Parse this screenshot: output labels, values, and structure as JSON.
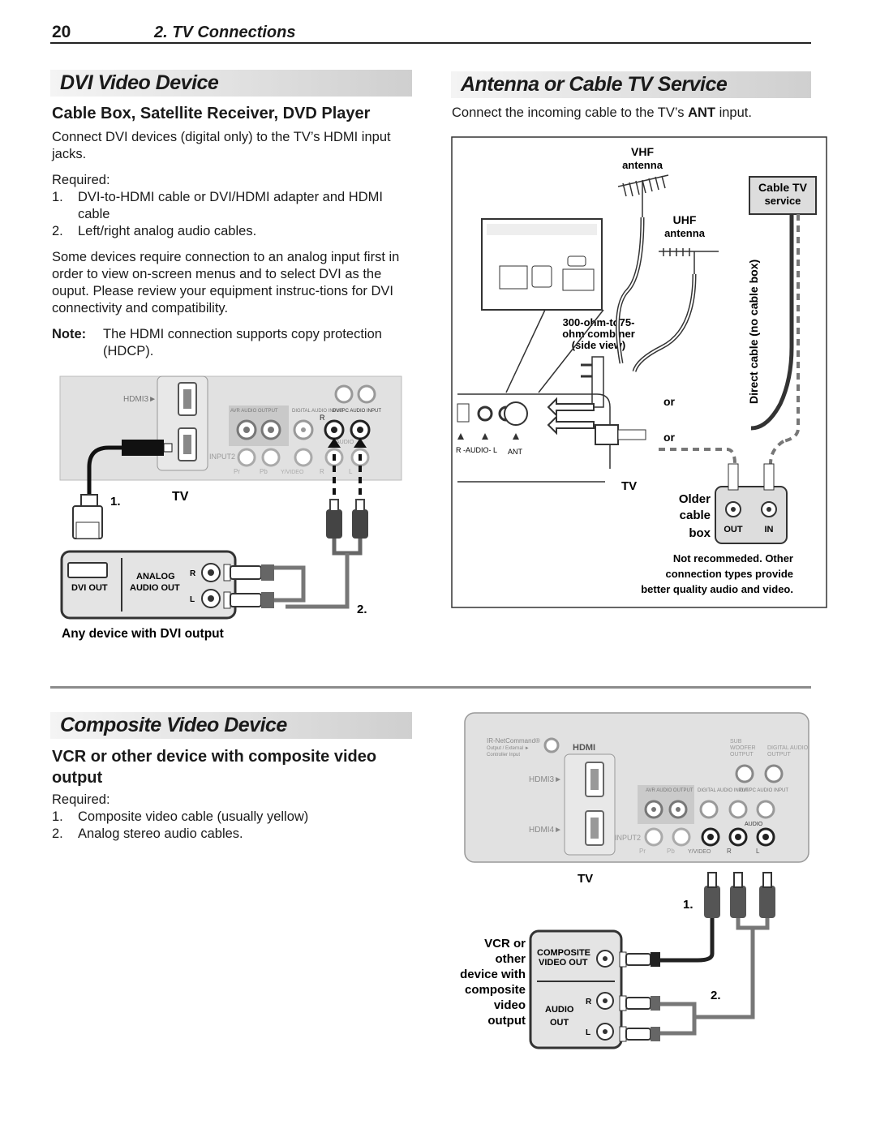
{
  "header": {
    "page_number": "20",
    "section": "2. TV Connections"
  },
  "dvi": {
    "title": "DVI Video Device",
    "subtitle": "Cable Box, Satellite Receiver, DVD Player",
    "intro": "Connect DVI devices (digital only) to the TV’s HDMI input jacks.",
    "required_label": "Required:",
    "required": [
      {
        "n": "1.",
        "text": "DVI-to-HDMI cable or DVI/HDMI adapter and HDMI cable"
      },
      {
        "n": "2.",
        "text": "Left/right analog audio cables."
      }
    ],
    "body": "Some devices require connection to an analog input first in order to view on-screen menus and to select DVI as the ouput.  Please review your equipment instruc-tions for DVI connectivity and compatibility.",
    "note_label": "Note:",
    "note": "The HDMI connection supports copy protection (HDCP).",
    "diagram": {
      "hdmi3": "HDMI3►",
      "avr_audio": "AVR AUDIO OUTPUT",
      "digital_audio": "DIGITAL AUDIO INPUT",
      "dvi_pc": "DVI/PC AUDIO INPUT",
      "r": "R",
      "l": "L",
      "audio": "AUDIO",
      "input2": "INPUT2",
      "pr": "Pr",
      "pb": "Pb",
      "yvideo": "Y/VIDEO",
      "tv": "TV",
      "step1": "1.",
      "step2": "2.",
      "dvi_out": "DVI OUT",
      "analog": "ANALOG",
      "audio_out": "AUDIO OUT",
      "device_caption": "Any device with DVI output"
    }
  },
  "antenna": {
    "title": "Antenna or Cable TV Service",
    "intro_before": "Connect the incoming cable to the TV’s ",
    "intro_bold": "ANT",
    "intro_after": " input.",
    "diagram": {
      "vhf": "VHF",
      "vhf_sub": "antenna",
      "uhf": "UHF",
      "uhf_sub": "antenna",
      "cable_tv": "Cable TV",
      "service": "service",
      "combiner1": "300-ohm-to75-",
      "combiner2": "ohm combiner",
      "combiner3": "(side view)",
      "direct": "Direct cable (no cable box)",
      "or1": "or",
      "or2": "or",
      "raudio": "R -AUDIO- L",
      "ant": "ANT",
      "tv": "TV",
      "older": "Older",
      "cable": "cable",
      "box": "box",
      "out": "OUT",
      "in": "IN",
      "note1": "Not recommeded.  Other",
      "note2": "connection types provide",
      "note3": "better quality audio and video."
    }
  },
  "composite": {
    "title": "Composite Video Device",
    "subtitle": "VCR or other device with composite video output",
    "required_label": "Required:",
    "required": [
      {
        "n": "1.",
        "text": "Composite video cable (usually yellow)"
      },
      {
        "n": "2.",
        "text": "Analog stereo audio cables."
      }
    ],
    "diagram": {
      "ir": "IR-NetCommand®",
      "ir2": "Output / External ►",
      "ir3": "Controller Input",
      "hdmi_logo": "HDMI",
      "hdmi3": "HDMI3►",
      "hdmi4": "HDMI4►",
      "sub": "SUB",
      "woofer": "WOOFER",
      "output": "OUTPUT",
      "digital_audio": "DIGITAL AUDIO",
      "digital_output": "OUTPUT",
      "avr_audio": "AVR AUDIO OUTPUT",
      "digital_input": "DIGITAL AUDIO INPUT",
      "dvi_pc": "DVI/PC AUDIO INPUT",
      "audio": "AUDIO",
      "input2": "INPUT2",
      "pr": "Pr",
      "pb": "Pb",
      "yvideo": "Y/VIDEO",
      "r": "R",
      "l": "L",
      "tv": "TV",
      "step1": "1.",
      "step2": "2.",
      "vcr_lines": [
        "VCR or",
        "other",
        "device with",
        "composite",
        "video",
        "output"
      ],
      "composite_out1": "COMPOSITE",
      "composite_out2": "VIDEO OUT",
      "audio_out1": "AUDIO",
      "audio_out2": "OUT"
    }
  }
}
